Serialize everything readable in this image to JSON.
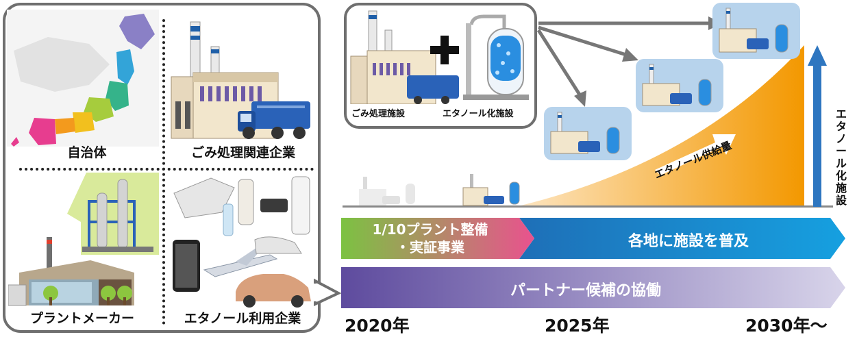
{
  "stakeholders": {
    "municipality": "自治体",
    "waste_company": "ごみ処理関連企業",
    "plant_maker": "プラントメーカー",
    "ethanol_user": "エタノール利用企業"
  },
  "combo": {
    "waste_facility": "ごみ処理施設",
    "ethanol_facility": "エタノール化施設"
  },
  "timeline": {
    "phase1_line1": "1/10プラント整備",
    "phase1_line2": "・実証事業",
    "phase2": "各地に施設を普及",
    "partner": "パートナー候補の協働",
    "supply_label": "エタノール供給量",
    "vertical_label": "エタノール化施設",
    "years": [
      "2020年",
      "2025年",
      "2030年～"
    ]
  },
  "colors": {
    "panel_border": "#6f6f6f",
    "phase1_start": "#7cc242",
    "phase1_end": "#e9528e",
    "phase2_start": "#1e6fb7",
    "phase2_end": "#16a0e0",
    "partner_start": "#5e4b9e",
    "partner_end": "#d8d4ea",
    "supply_start": "#fde6c4",
    "supply_end": "#f39800",
    "vertical_arrow": "#2e76c0"
  },
  "icons": [
    "japan-map-icon",
    "factory-icon",
    "garbage-truck-icon",
    "ethanol-tank-icon",
    "plant-structure-icon",
    "smartphone-icon",
    "airplane-icon",
    "car-icon",
    "bottle-icon",
    "shoe-icon",
    "plus-icon"
  ]
}
